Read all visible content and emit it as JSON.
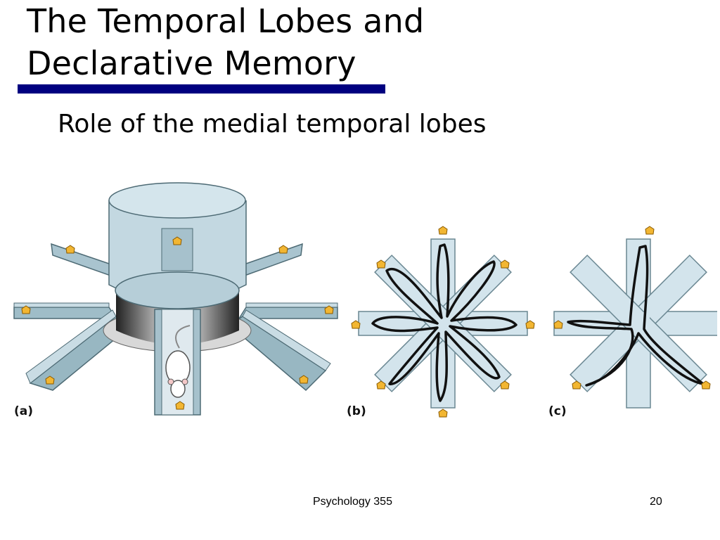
{
  "slide": {
    "title_line1": "The Temporal Lobes and",
    "title_line2": "Declarative Memory",
    "subtitle": "Role of the medial temporal lobes",
    "accent_color": "#000080"
  },
  "figure": {
    "panels": [
      {
        "label": "(a)"
      },
      {
        "label": "(b)"
      },
      {
        "label": "(c)"
      }
    ],
    "icons": [
      "radial-arm-maze-icon",
      "rat-icon",
      "food-pellet-icon",
      "rat-path-icon"
    ]
  },
  "footer": {
    "course": "Psychology 355",
    "page": "20"
  }
}
